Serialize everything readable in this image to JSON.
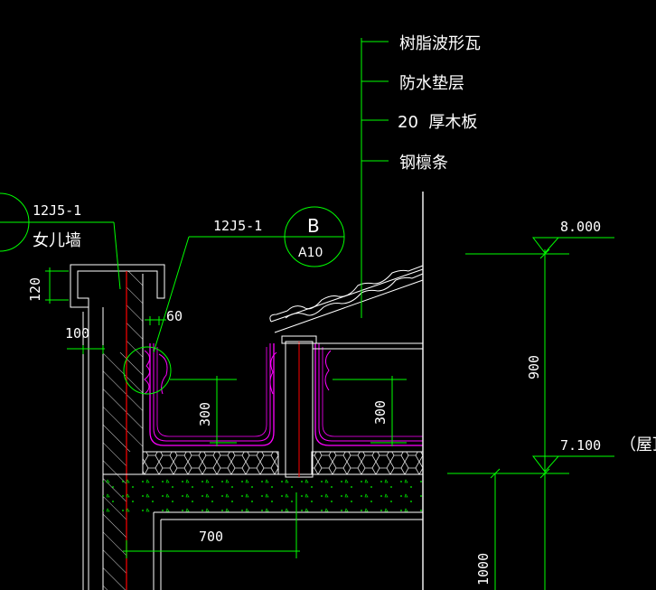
{
  "colors": {
    "background": "#000000",
    "outline": "#ffffff",
    "leader": "#00ff00",
    "membrane": "#ff00ff",
    "axis": "#ff0000",
    "hatch": "#00ff00"
  },
  "layers": {
    "l1": "树脂波形瓦",
    "l2": "防水垫层",
    "l3": "20  厚木板",
    "l4": "钢檩条"
  },
  "refs": {
    "parapet_code": "12J5-1",
    "parapet_name": "女儿墙",
    "detail_code": "12J5-1",
    "detail_mark": "B",
    "detail_sheet": "A10"
  },
  "dims": {
    "d120": "120",
    "d100": "100",
    "d60": "60",
    "d300a": "300",
    "d300b": "300",
    "d700": "700",
    "d900": "900",
    "d1000": "1000"
  },
  "elevations": {
    "top": "8.000",
    "mid": "7.100",
    "mid_note": "（屋顶"
  }
}
